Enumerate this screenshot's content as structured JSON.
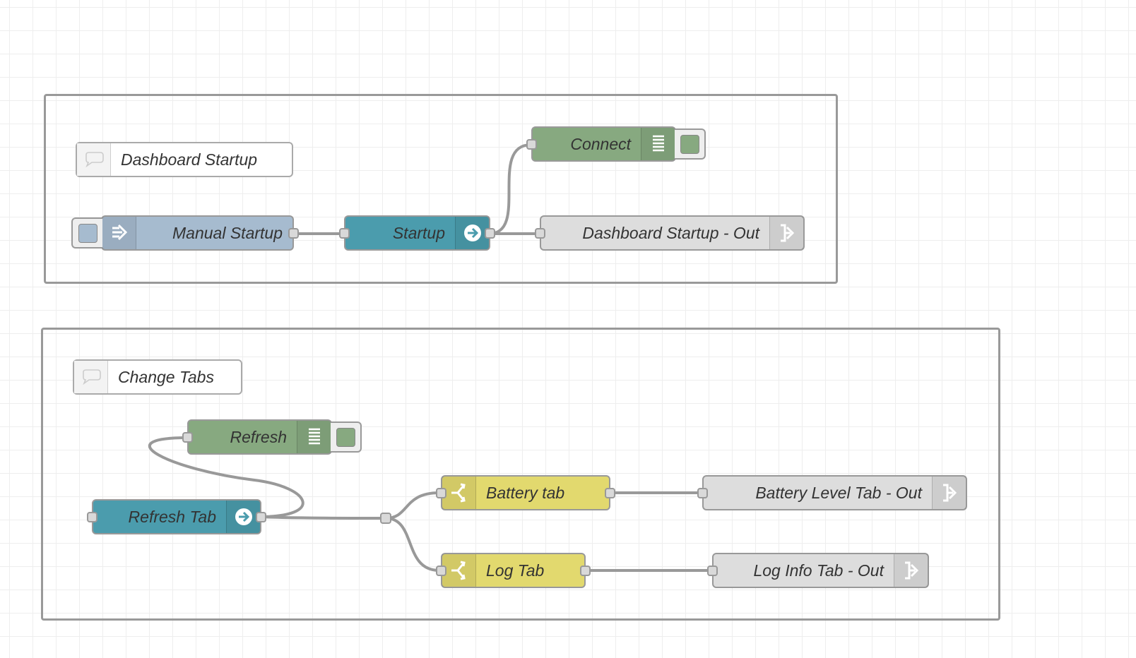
{
  "palette": {
    "canvas_bg": "#ffffff",
    "grid_line": "#eeeeee",
    "wire": "#999999",
    "group_border": "#999999",
    "inject_node": "#a6bbcf",
    "link_call_node": "#4b9cad",
    "debug_node": "#87a980",
    "switch_node": "#e2d96e",
    "link_out_node": "#dddddd",
    "comment_node": "#ffffff"
  },
  "groups": [
    {
      "id": "dashboard-startup-group",
      "comment": {
        "label": "Dashboard Startup",
        "icon": "comment-icon"
      },
      "nodes": [
        {
          "id": "manual-startup",
          "type": "inject",
          "label": "Manual Startup",
          "icon": "inject-arrow-icon"
        },
        {
          "id": "startup",
          "type": "link-call",
          "label": "Startup",
          "icon": "link-call-arrow-icon"
        },
        {
          "id": "connect",
          "type": "debug",
          "label": "Connect",
          "icon": "debug-list-icon"
        },
        {
          "id": "dashboard-startup-out",
          "type": "link-out",
          "label": "Dashboard Startup - Out",
          "icon": "link-out-icon"
        }
      ]
    },
    {
      "id": "change-tabs-group",
      "comment": {
        "label": "Change Tabs",
        "icon": "comment-icon"
      },
      "nodes": [
        {
          "id": "refresh",
          "type": "debug",
          "label": "Refresh",
          "icon": "debug-list-icon"
        },
        {
          "id": "refresh-tab",
          "type": "link-call",
          "label": "Refresh Tab",
          "icon": "link-call-arrow-icon"
        },
        {
          "id": "battery-tab",
          "type": "switch",
          "label": "Battery tab",
          "icon": "switch-fork-icon"
        },
        {
          "id": "log-tab",
          "type": "switch",
          "label": "Log Tab",
          "icon": "switch-fork-icon"
        },
        {
          "id": "battery-level-tab-out",
          "type": "link-out",
          "label": "Battery Level Tab - Out",
          "icon": "link-out-icon"
        },
        {
          "id": "log-info-tab-out",
          "type": "link-out",
          "label": "Log Info Tab - Out",
          "icon": "link-out-icon"
        }
      ]
    }
  ],
  "wires": [
    [
      "manual-startup",
      "startup"
    ],
    [
      "startup",
      "connect"
    ],
    [
      "startup",
      "dashboard-startup-out"
    ],
    [
      "refresh-tab",
      "refresh"
    ],
    [
      "refresh-tab",
      "junction"
    ],
    [
      "junction",
      "battery-tab"
    ],
    [
      "junction",
      "log-tab"
    ],
    [
      "battery-tab",
      "battery-level-tab-out"
    ],
    [
      "log-tab",
      "log-info-tab-out"
    ]
  ]
}
